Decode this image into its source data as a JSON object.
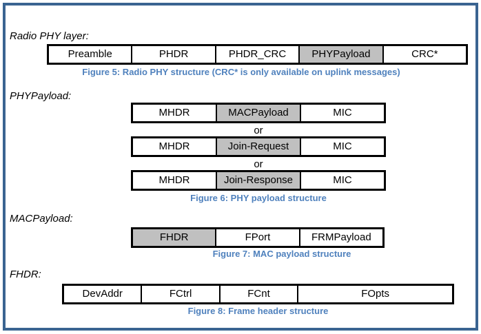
{
  "colors": {
    "frame_border": "#3a6491",
    "table_border": "#000000",
    "shaded_cell": "#c0c0c0",
    "caption_text": "#4f81bd",
    "body_text": "#000000"
  },
  "radio_phy": {
    "label": "Radio PHY layer:",
    "table": {
      "cells": [
        "Preamble",
        "PHDR",
        "PHDR_CRC",
        "PHYPayload",
        "CRC*"
      ],
      "shaded_cell": "PHYPayload"
    },
    "caption": "Figure 5: Radio PHY structure (CRC* is only available on uplink messages)"
  },
  "phy_payload": {
    "label": "PHYPayload:",
    "or_separator": "or",
    "tables": [
      {
        "cells": [
          "MHDR",
          "MACPayload",
          "MIC"
        ],
        "shaded_cell": "MACPayload"
      },
      {
        "cells": [
          "MHDR",
          "Join-Request",
          "MIC"
        ],
        "shaded_cell": "Join-Request"
      },
      {
        "cells": [
          "MHDR",
          "Join-Response",
          "MIC"
        ],
        "shaded_cell": "Join-Response"
      }
    ],
    "caption": "Figure 6: PHY payload structure"
  },
  "mac_payload": {
    "label": "MACPayload:",
    "table": {
      "cells": [
        "FHDR",
        "FPort",
        "FRMPayload"
      ],
      "shaded_cell": "FHDR"
    },
    "caption": "Figure 7: MAC payload structure"
  },
  "fhdr": {
    "label": "FHDR:",
    "table": {
      "cells": [
        "DevAddr",
        "FCtrl",
        "FCnt",
        "FOpts"
      ],
      "shaded_cell": null
    },
    "caption": "Figure 8: Frame header structure"
  }
}
